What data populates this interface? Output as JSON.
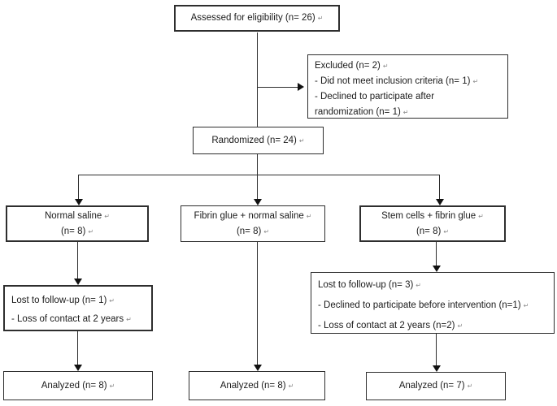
{
  "diagram_title": "CONSORT-style participant flow diagram",
  "boxes": {
    "assessed": {
      "lines": [
        {
          "text": "Assessed for eligibility (n= 26)",
          "mark": "↵"
        }
      ]
    },
    "excluded": {
      "lines": [
        {
          "text": "Excluded (n= 2)",
          "mark": "↵"
        },
        {
          "text": "-  Did not meet inclusion criteria (n= 1)",
          "mark": "↵"
        },
        {
          "text": "-  Declined to participate after",
          "mark": ""
        },
        {
          "text": "randomization (n= 1)",
          "mark": "↵"
        }
      ]
    },
    "randomized": {
      "lines": [
        {
          "text": "Randomized (n= 24)",
          "mark": "↵"
        }
      ]
    },
    "arm_normal_saline": {
      "lines": [
        {
          "text": "Normal saline",
          "mark": "↵"
        },
        {
          "text": "(n= 8)",
          "mark": "↵"
        }
      ]
    },
    "arm_fibrin_glue": {
      "lines": [
        {
          "text": "Fibrin glue + normal saline",
          "mark": "↵"
        },
        {
          "text": "(n= 8)",
          "mark": "↵"
        }
      ]
    },
    "arm_stem_cells": {
      "lines": [
        {
          "text": "Stem cells + fibrin glue",
          "mark": "↵"
        },
        {
          "text": "(n= 8)",
          "mark": "↵"
        }
      ]
    },
    "lost_left": {
      "lines": [
        {
          "text": "Lost to follow-up (n= 1)",
          "mark": "↵"
        },
        {
          "text": "-  Loss of contact at 2 years",
          "mark": "↵"
        }
      ]
    },
    "lost_right": {
      "lines": [
        {
          "text": "Lost to follow-up (n= 3)",
          "mark": "↵"
        },
        {
          "text": "-  Declined to participate before intervention (n=1)",
          "mark": "↵"
        },
        {
          "text": "-  Loss of contact at 2 years (n=2)",
          "mark": "↵"
        }
      ]
    },
    "analyzed_left": {
      "lines": [
        {
          "text": "Analyzed (n= 8)",
          "mark": "↵"
        }
      ]
    },
    "analyzed_middle": {
      "lines": [
        {
          "text": "Analyzed (n= 8)",
          "mark": "↵"
        }
      ]
    },
    "analyzed_right": {
      "lines": [
        {
          "text": "Analyzed (n= 7)",
          "mark": "↵"
        }
      ]
    }
  },
  "colors": {
    "border": "#2e2e2e",
    "text": "#1b1b1b",
    "background": "#ffffff",
    "arrow": "#111111"
  }
}
